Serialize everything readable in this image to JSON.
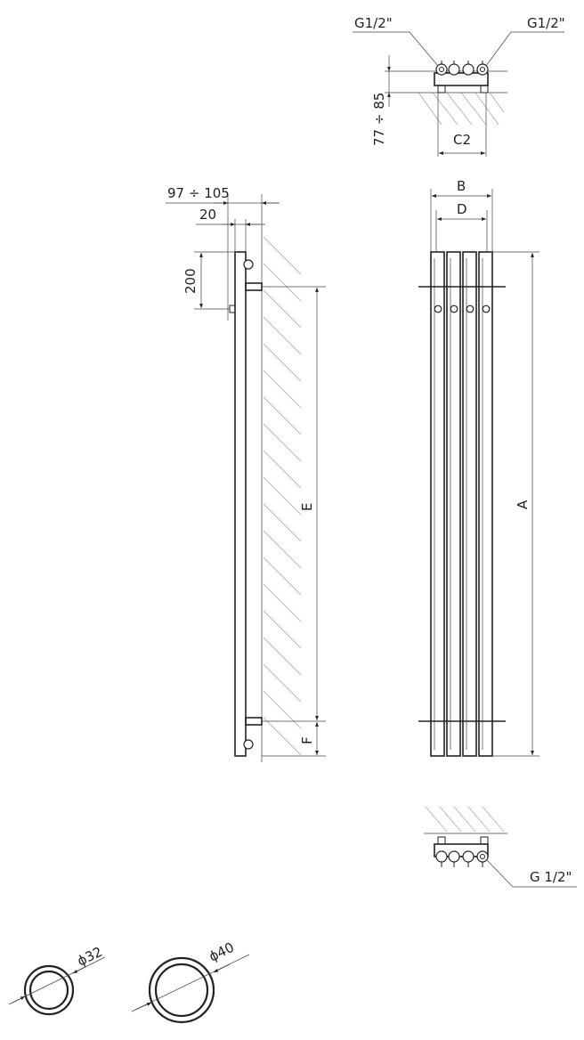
{
  "labels": {
    "top_left_conn": "G1/2\"",
    "top_right_conn": "G1/2\"",
    "depth_range_top": "77 ÷ 85",
    "c2": "C2",
    "wall_distance": "97 ÷ 105",
    "tube_offset": "20",
    "bracket_dim": "200",
    "dim_e": "E",
    "dim_f": "F",
    "dim_b": "B",
    "dim_d": "D",
    "dim_a": "A",
    "bottom_conn": "G 1/2\"",
    "tube_small": "ϕ32",
    "tube_large": "ϕ40"
  }
}
